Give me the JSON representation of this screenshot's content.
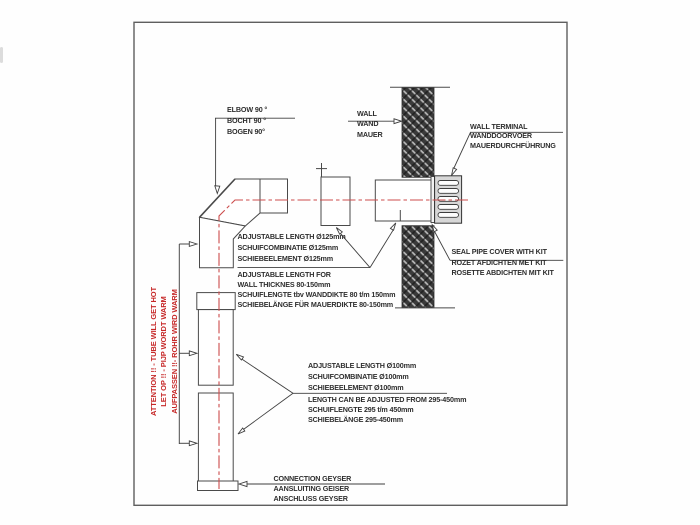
{
  "drawing_title": "Geyser flue wall-terminal installation diagram",
  "colors": {
    "accent_red_text": "#c62828",
    "centerline_red": "#cc4c4c",
    "line_gray": "#4a4a4a",
    "wall_dark": "#3a3a3a"
  },
  "labels": {
    "elbow": {
      "lines": [
        "ELBOW 90 °",
        "BOCHT 90 °",
        "BOGEN 90°"
      ]
    },
    "wall": {
      "lines": [
        "WALL",
        "WAND",
        "MAUER"
      ]
    },
    "wall_terminal": {
      "lines": [
        "WALL TERMINAL",
        "WANDDOORVOER",
        "MAUERDURCHFÜHRUNG"
      ]
    },
    "adjustable_125": {
      "lines": [
        "ADJUSTABLE LENGTH Ø125mm",
        "SCHUIFCOMBINATIE Ø125mm",
        "SCHIEBEELEMENT Ø125mm"
      ]
    },
    "adjustable_wall": {
      "lines": [
        "ADJUSTABLE LENGTH FOR",
        "WALL THICKNES 80-150mm",
        "SCHUIFLENGTE tbv WANDDIKTE 80 t/m 150mm",
        "SCHIEBELÄNGE FÜR MAUERDIKTE 80-150mm"
      ]
    },
    "seal_pipe": {
      "lines": [
        "SEAL PIPE COVER WITH KIT",
        "ROZET AFDICHTEN MET KIT",
        "ROSETTE ABDICHTEN MIT KIT"
      ]
    },
    "adjustable_100": {
      "lines": [
        "ADJUSTABLE LENGTH Ø100mm",
        "SCHUIFCOMBINATIE Ø100mm",
        "SCHIEBEELEMENT Ø100mm"
      ]
    },
    "length_adjust": {
      "lines": [
        "LENGTH CAN BE ADJUSTED FROM 295-450mm",
        "SCHUIFLENGTE 295 t/m 450mm",
        "SCHIEBELÄNGE 295-450mm"
      ]
    },
    "connection": {
      "lines": [
        "CONNECTION GEYSER",
        "AANSLUITING GEISER",
        "ANSCHLUSS GEYSER"
      ]
    },
    "warning": {
      "lines": [
        "ATTENTION !! - TUBE WILL GET HOT",
        "LET OP !! - PIJP WORDT WARM",
        "AUFPASSEN !!- ROHR WIRD WARM"
      ]
    }
  }
}
